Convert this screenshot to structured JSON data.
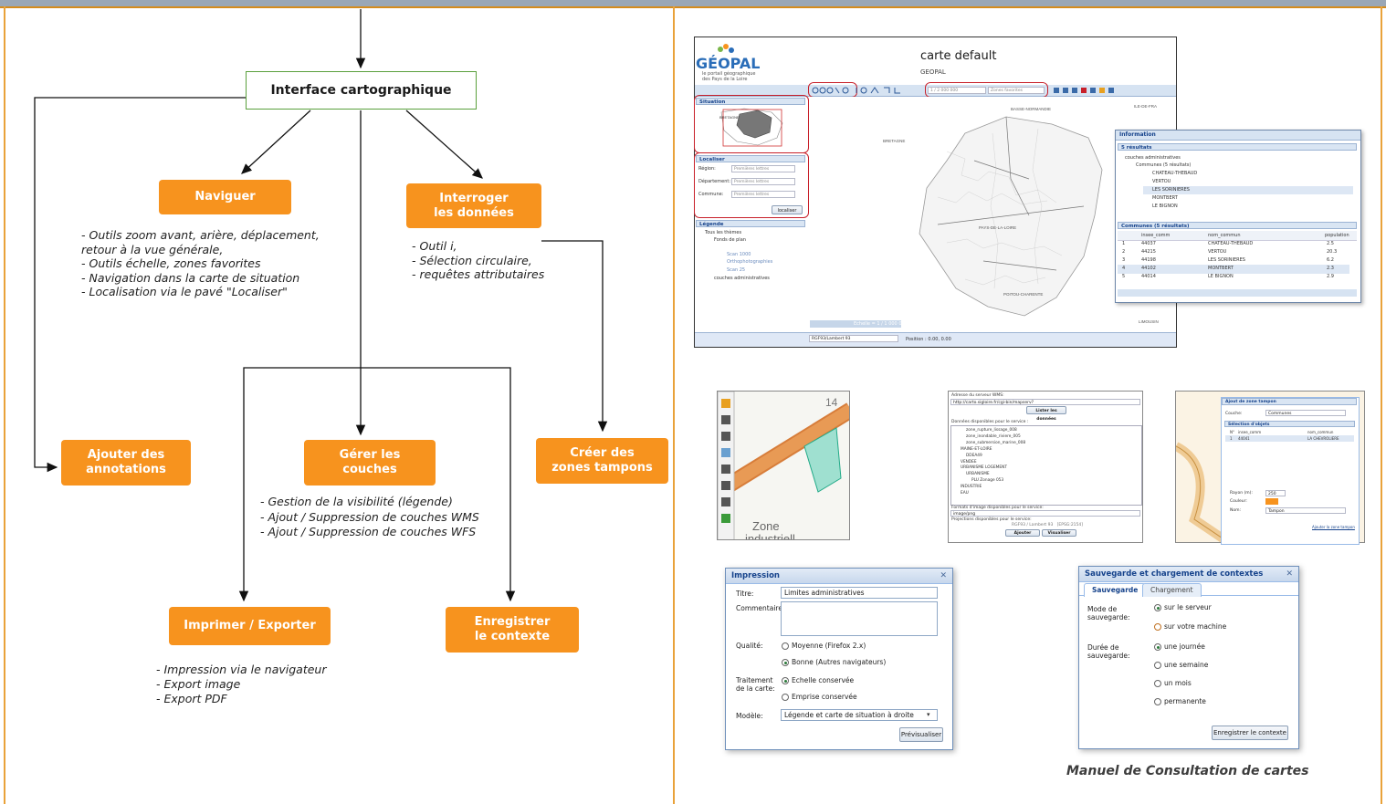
{
  "diagram": {
    "main_box": "Interface cartographique",
    "naviguer": {
      "label": "Naviguer",
      "description": "- Outils zoom avant, arière, déplacement,\nretour à la vue générale,\n- Outils échelle, zones favorites\n- Navigation dans la carte de situation\n- Localisation via le pavé \"Localiser\""
    },
    "interroger": {
      "label": "Interroger\nles données",
      "description": "- Outil i,\n- Sélection circulaire,\n- requêtes attributaires"
    },
    "annotations": {
      "label": "Ajouter des\nannotations"
    },
    "couches": {
      "label": "Gérer les\ncouches",
      "description": "- Gestion de la visibilité (légende)\n- Ajout / Suppression de couches WMS\n- Ajout / Suppression de couches WFS"
    },
    "zones": {
      "label": "Créer des\nzones tampons"
    },
    "imprimer": {
      "label": "Imprimer / Exporter",
      "description": "- Impression via le navigateur\n- Export image\n- Export PDF"
    },
    "contexte": {
      "label": "Enregistrer\nle contexte"
    }
  },
  "map_screenshot": {
    "logo": "GÉOPAL",
    "logo_sub": "le portail géographique\ndes Pays de la Loire",
    "title": "carte default",
    "subtitle": "GEOPAL",
    "scale_select": "1 / 2 000 000",
    "fav_zones": "Zones favorites",
    "situation_head": "Situation",
    "localiser_head": "Localiser",
    "region_label": "Région:",
    "departement_label": "Département:",
    "commune_label": "Commune:",
    "placeholder": "Premières lettres",
    "localiser_btn": "localiser",
    "legende_head": "Légende",
    "legend_items": [
      "Tous les thèmes",
      "Fonds de plan",
      "Scan 1000",
      "Orthophotographies",
      "Scan 25",
      "couches administratives"
    ],
    "map_labels": [
      "BASSE-NORMANDIE",
      "ILE-DE-FRA",
      "BRETAGNE",
      "PAYS-DE-LA-LOIRE",
      "POITOU-CHARENTE",
      "LIMOUSIN"
    ],
    "status_proj": "RGF93/Lambert 93",
    "status_pos": "Position : 0.00, 0.00",
    "scale_text": "Echelle = 1 / 1 000 000"
  },
  "info_window": {
    "title": "Information",
    "results": "5 résultats",
    "tree_root": "couches administratives",
    "tree_sub": "Communes (5 résultats)",
    "tree_items": [
      "CHATEAU-THEBAUD",
      "VERTOU",
      "LES SORINIERES",
      "MONTBERT",
      "LE BIGNON"
    ],
    "grid_head": "Communes (5 résultats)",
    "columns": [
      "insee_comm",
      "nom_commun",
      "population"
    ],
    "rows": [
      [
        "1",
        "44037",
        "CHATEAU-THEBAUD",
        "2.5"
      ],
      [
        "2",
        "44215",
        "VERTOU",
        "20.3"
      ],
      [
        "3",
        "44198",
        "LES SORINIERES",
        "6.2"
      ],
      [
        "4",
        "44102",
        "MONTBERT",
        "2.3"
      ],
      [
        "5",
        "44014",
        "LE BIGNON",
        "2.9"
      ]
    ]
  },
  "wms_thumb": {
    "server_label": "Adresse du serveur WMS:",
    "server_value": "http://carto.sigloire.fr/cgi-bin/mapserv?",
    "list_btn": "Lister les données",
    "avail_label": "Données disponibles pour le service :",
    "layers": [
      "zone_rupture_lissage_008",
      "zone_inondable_riviere_005",
      "zone_submersion_marine_008",
      "MAINE-ET-LOIRE",
      "DDEA49",
      "VENDEE",
      "URBANISME LOGEMENT",
      "URBANISME",
      "PLU Zonage 053",
      "INDUSTRIE",
      "EAU"
    ],
    "format_label": "Formats d'image disponibles pour le service:",
    "format_value": "image/png",
    "proj_label": "Projections disponibles pour le service:",
    "proj_value": "RGF93 / Lambert 93   [EPSG:2154]",
    "add_btn": "Ajouter",
    "view_btn": "Visualiser"
  },
  "buffer_thumb": {
    "title": "Ajout de zone tampon",
    "couche_label": "Couche:",
    "couche_value": "Communes",
    "selection_head": "Sélection d'objets",
    "col_n": "N°",
    "col_insee": "insee_comm",
    "col_nom": "nom_commun",
    "row_n": "1",
    "row_insee": "44041",
    "row_nom": "LA CHEVROLIERE",
    "rayon_label": "Rayon (m):",
    "rayon_value": "250",
    "couleur_label": "Couleur:",
    "nom_label": "Nom:",
    "nom_value": "Tampon",
    "btn": "Ajouter la zone tampon"
  },
  "annot_thumb": {
    "map_text_1": "Zone",
    "map_text_2": "industriell",
    "map_num": "14"
  },
  "impression": {
    "title": "Impression",
    "titre_label": "Titre:",
    "titre_value": "Limites administratives",
    "commentaire_label": "Commentaire:",
    "qualite_label": "Qualité:",
    "q1": "Moyenne (Firefox 2.x)",
    "q2": "Bonne (Autres navigateurs)",
    "traitement_label": "Traitement\nde la carte:",
    "t1": "Echelle conservée",
    "t2": "Emprise conservée",
    "modele_label": "Modèle:",
    "modele_value": "Légende et carte de situation à droite",
    "btn": "Prévisualiser"
  },
  "sauvegarde": {
    "title": "Sauvegarde et chargement de contextes",
    "tab1": "Sauvegarde",
    "tab2": "Chargement",
    "mode_label": "Mode de\nsauvegarde:",
    "m1": "sur le serveur",
    "m2": "sur votre machine",
    "duree_label": "Durée de\nsauvegarde:",
    "d1": "une journée",
    "d2": "une semaine",
    "d3": "un mois",
    "d4": "permanente",
    "btn": "Enregistrer le contexte"
  },
  "footer": "Manuel de Consultation de cartes",
  "colors": {
    "orange": "#f7931e",
    "green_border": "#5aa03c",
    "frame": "#e9a23a",
    "red_ring": "#c8202a"
  }
}
